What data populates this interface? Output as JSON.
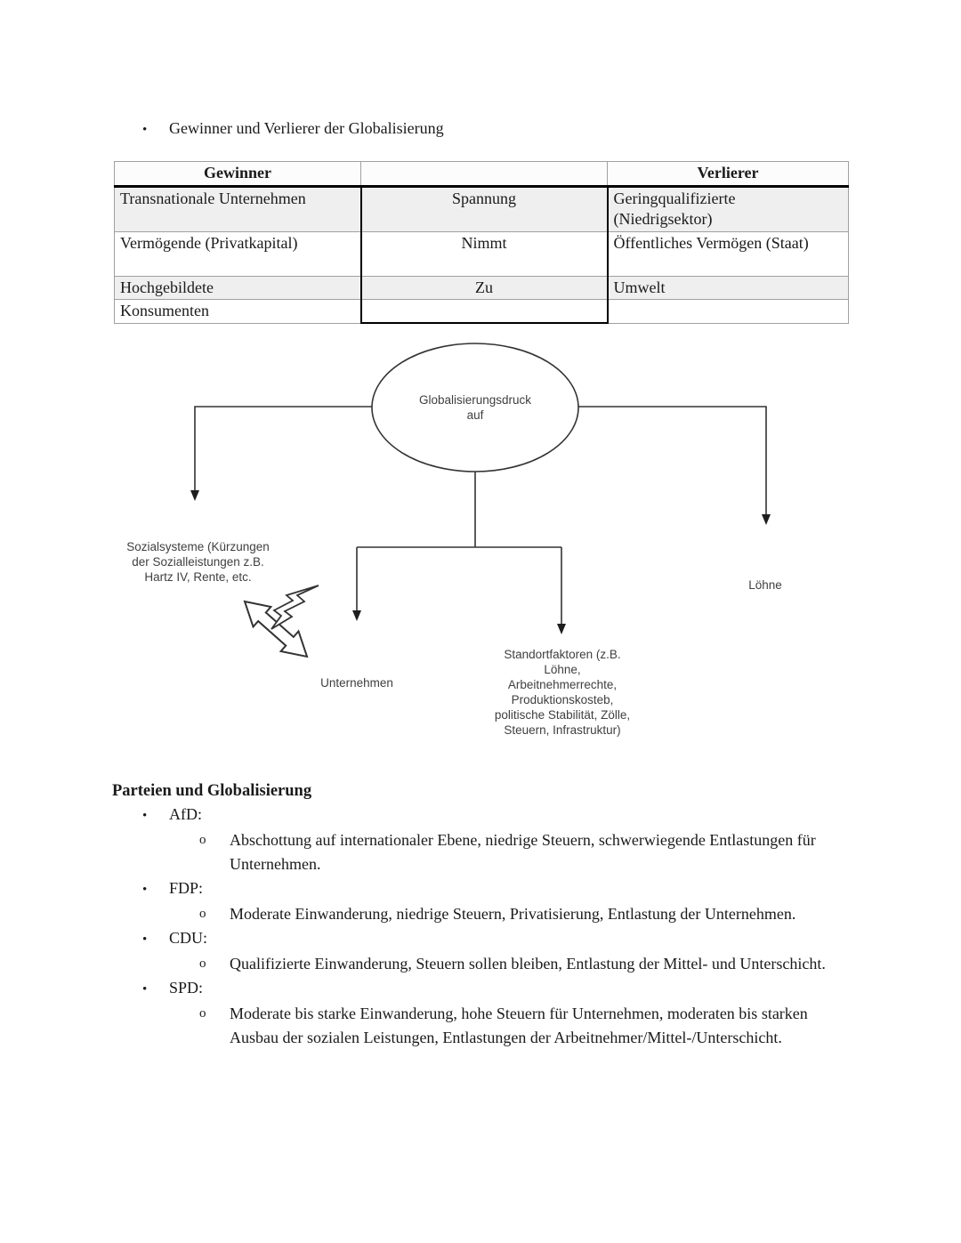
{
  "glyphs": {
    "bullet": "•",
    "circle": "o"
  },
  "colors": {
    "row_shade": "#efefef",
    "table_box_border": "#000000",
    "diagram_stroke": "#333333",
    "text": "#1a1a1a"
  },
  "top_bullet": {
    "text": "Gewinner und Verlierer der Globalisierung"
  },
  "table": {
    "headers": {
      "col1": "Gewinner",
      "col2": "",
      "col3": "Verlierer"
    },
    "rows": [
      {
        "col1": "Transnationale Unternehmen",
        "col2": "Spannung",
        "col3": "Geringqualifizierte (Niedrigsektor)"
      },
      {
        "col1": "Vermögende (Privatkapital)",
        "col2": "Nimmt",
        "col3": "Öffentliches Vermögen (Staat)"
      },
      {
        "col1": "Hochgebildete",
        "col2": "Zu",
        "col3": "Umwelt"
      },
      {
        "col1": "Konsumenten",
        "col2": "",
        "col3": ""
      }
    ]
  },
  "diagram": {
    "ellipse": {
      "line1": "Globalisierungsdruck",
      "line2": "auf"
    },
    "sozialsysteme": {
      "line1": "Sozialsysteme (Kürzungen",
      "line2": "der Sozialleistungen z.B.",
      "line3": "Hartz IV, Rente, etc."
    },
    "loehne": "Löhne",
    "unternehmen": "Unternehmen",
    "standortfaktoren": {
      "line1": "Standortfaktoren (z.B.",
      "line2": "Löhne,",
      "line3": "Arbeitnehmerrechte,",
      "line4": "Produktionskosteb,",
      "line5": "politische Stabilität, Zölle,",
      "line6": "Steuern, Infrastruktur)"
    }
  },
  "parties": {
    "heading": "Parteien und Globalisierung",
    "items": [
      {
        "label": "AfD:",
        "text": "Abschottung auf internationaler Ebene, niedrige Steuern, schwerwiegende Entlastungen für Unternehmen."
      },
      {
        "label": "FDP:",
        "text": "Moderate Einwanderung, niedrige Steuern, Privatisierung, Entlastung der Unternehmen."
      },
      {
        "label": "CDU:",
        "text": "Qualifizierte Einwanderung, Steuern sollen bleiben, Entlastung der Mittel- und Unterschicht."
      },
      {
        "label": "SPD:",
        "text": "Moderate bis starke Einwanderung, hohe Steuern für Unternehmen, moderaten bis starken Ausbau der sozialen Leistungen, Entlastungen der Arbeitnehmer/Mittel-/Unterschicht."
      }
    ]
  }
}
